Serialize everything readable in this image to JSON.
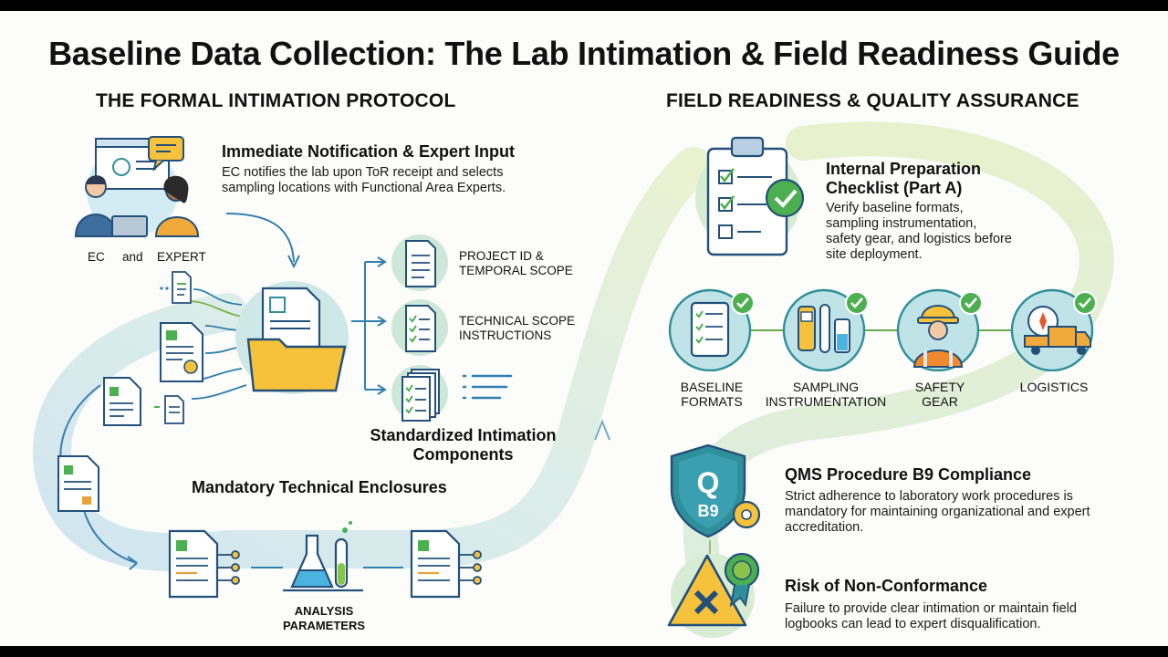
{
  "title": "Baseline Data Collection: The Lab Intimation & Field Readiness Guide",
  "left_section": {
    "heading": "THE FORMAL INTIMATION PROTOCOL",
    "notification": {
      "title": "Immediate Notification & Expert Input",
      "text_line1": "EC notifies the lab upon ToR receipt and selects",
      "text_line2": "sampling locations with Functional Area Experts."
    },
    "people_label_ec": "EC",
    "people_label_and": "and",
    "people_label_expert": "EXPERT",
    "components": [
      {
        "line1": "PROJECT ID &",
        "line2": "TEMPORAL SCOPE"
      },
      {
        "line1": "TECHNICAL SCOPE",
        "line2": "INSTRUCTIONS"
      }
    ],
    "standardized_line1": "Standardized Intimation",
    "standardized_line2": "Components",
    "enclosures_heading": "Mandatory Technical Enclosures",
    "analysis_line1": "ANALYSIS",
    "analysis_line2": "PARAMETERS"
  },
  "right_section": {
    "heading": "FIELD READINESS & QUALITY ASSURANCE",
    "checklist": {
      "title_line1": "Internal Preparation",
      "title_line2": "Checklist (Part A)",
      "text_line1": "Verify baseline formats,",
      "text_line2": "sampling instrumentation,",
      "text_line3": "safety gear, and logistics before",
      "text_line4": "site deployment."
    },
    "readiness_items": [
      {
        "line1": "BASELINE",
        "line2": "FORMATS",
        "icon": "tablet-checklist-icon"
      },
      {
        "line1": "SAMPLING",
        "line2": "INSTRUMENTATION",
        "icon": "instruments-icon"
      },
      {
        "line1": "SAFETY",
        "line2": "GEAR",
        "icon": "worker-icon"
      },
      {
        "line1": "LOGISTICS",
        "line2": "",
        "icon": "truck-icon"
      }
    ],
    "qms": {
      "badge_letter": "Q",
      "badge_code": "B9",
      "title": "QMS Procedure B9 Compliance",
      "text_line1": "Strict adherence to laboratory work procedures is",
      "text_line2": "mandatory for maintaining organizational and expert",
      "text_line3": "accreditation."
    },
    "risk": {
      "title": "Risk of Non-Conformance",
      "text_line1": "Failure to provide clear intimation or maintain field",
      "text_line2": "logbooks can lead to expert disqualification."
    }
  },
  "colors": {
    "teal": "#2f8f9a",
    "green": "#4caf50",
    "navy": "#23507a",
    "yellow": "#f6c13b",
    "path_blue": "#cfe6ef",
    "path_green": "#e3efc6"
  }
}
